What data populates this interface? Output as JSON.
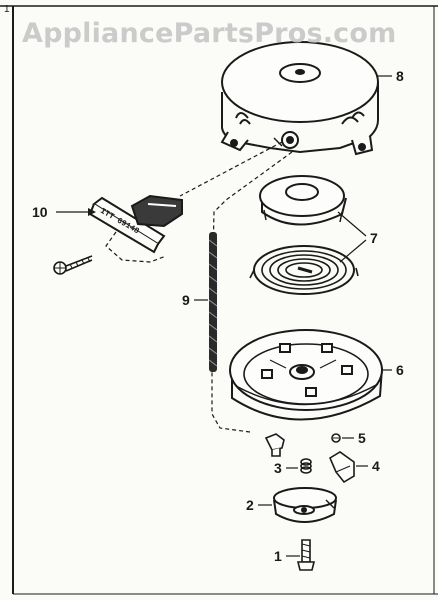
{
  "watermark": "AppliancePartsPros.com",
  "corner_mark": "1",
  "handle_text": "ITT 69148",
  "parts": [
    {
      "id": "part-1",
      "label": "1"
    },
    {
      "id": "part-2",
      "label": "2"
    },
    {
      "id": "part-3",
      "label": "3"
    },
    {
      "id": "part-4",
      "label": "4"
    },
    {
      "id": "part-5",
      "label": "5"
    },
    {
      "id": "part-6",
      "label": "6"
    },
    {
      "id": "part-7",
      "label": "7"
    },
    {
      "id": "part-8",
      "label": "8"
    },
    {
      "id": "part-9",
      "label": "9"
    },
    {
      "id": "part-10",
      "label": "10"
    }
  ],
  "colors": {
    "ink": "#1a1a1a",
    "paper": "#fbfbf8",
    "watermark": "#c9c9c9"
  }
}
